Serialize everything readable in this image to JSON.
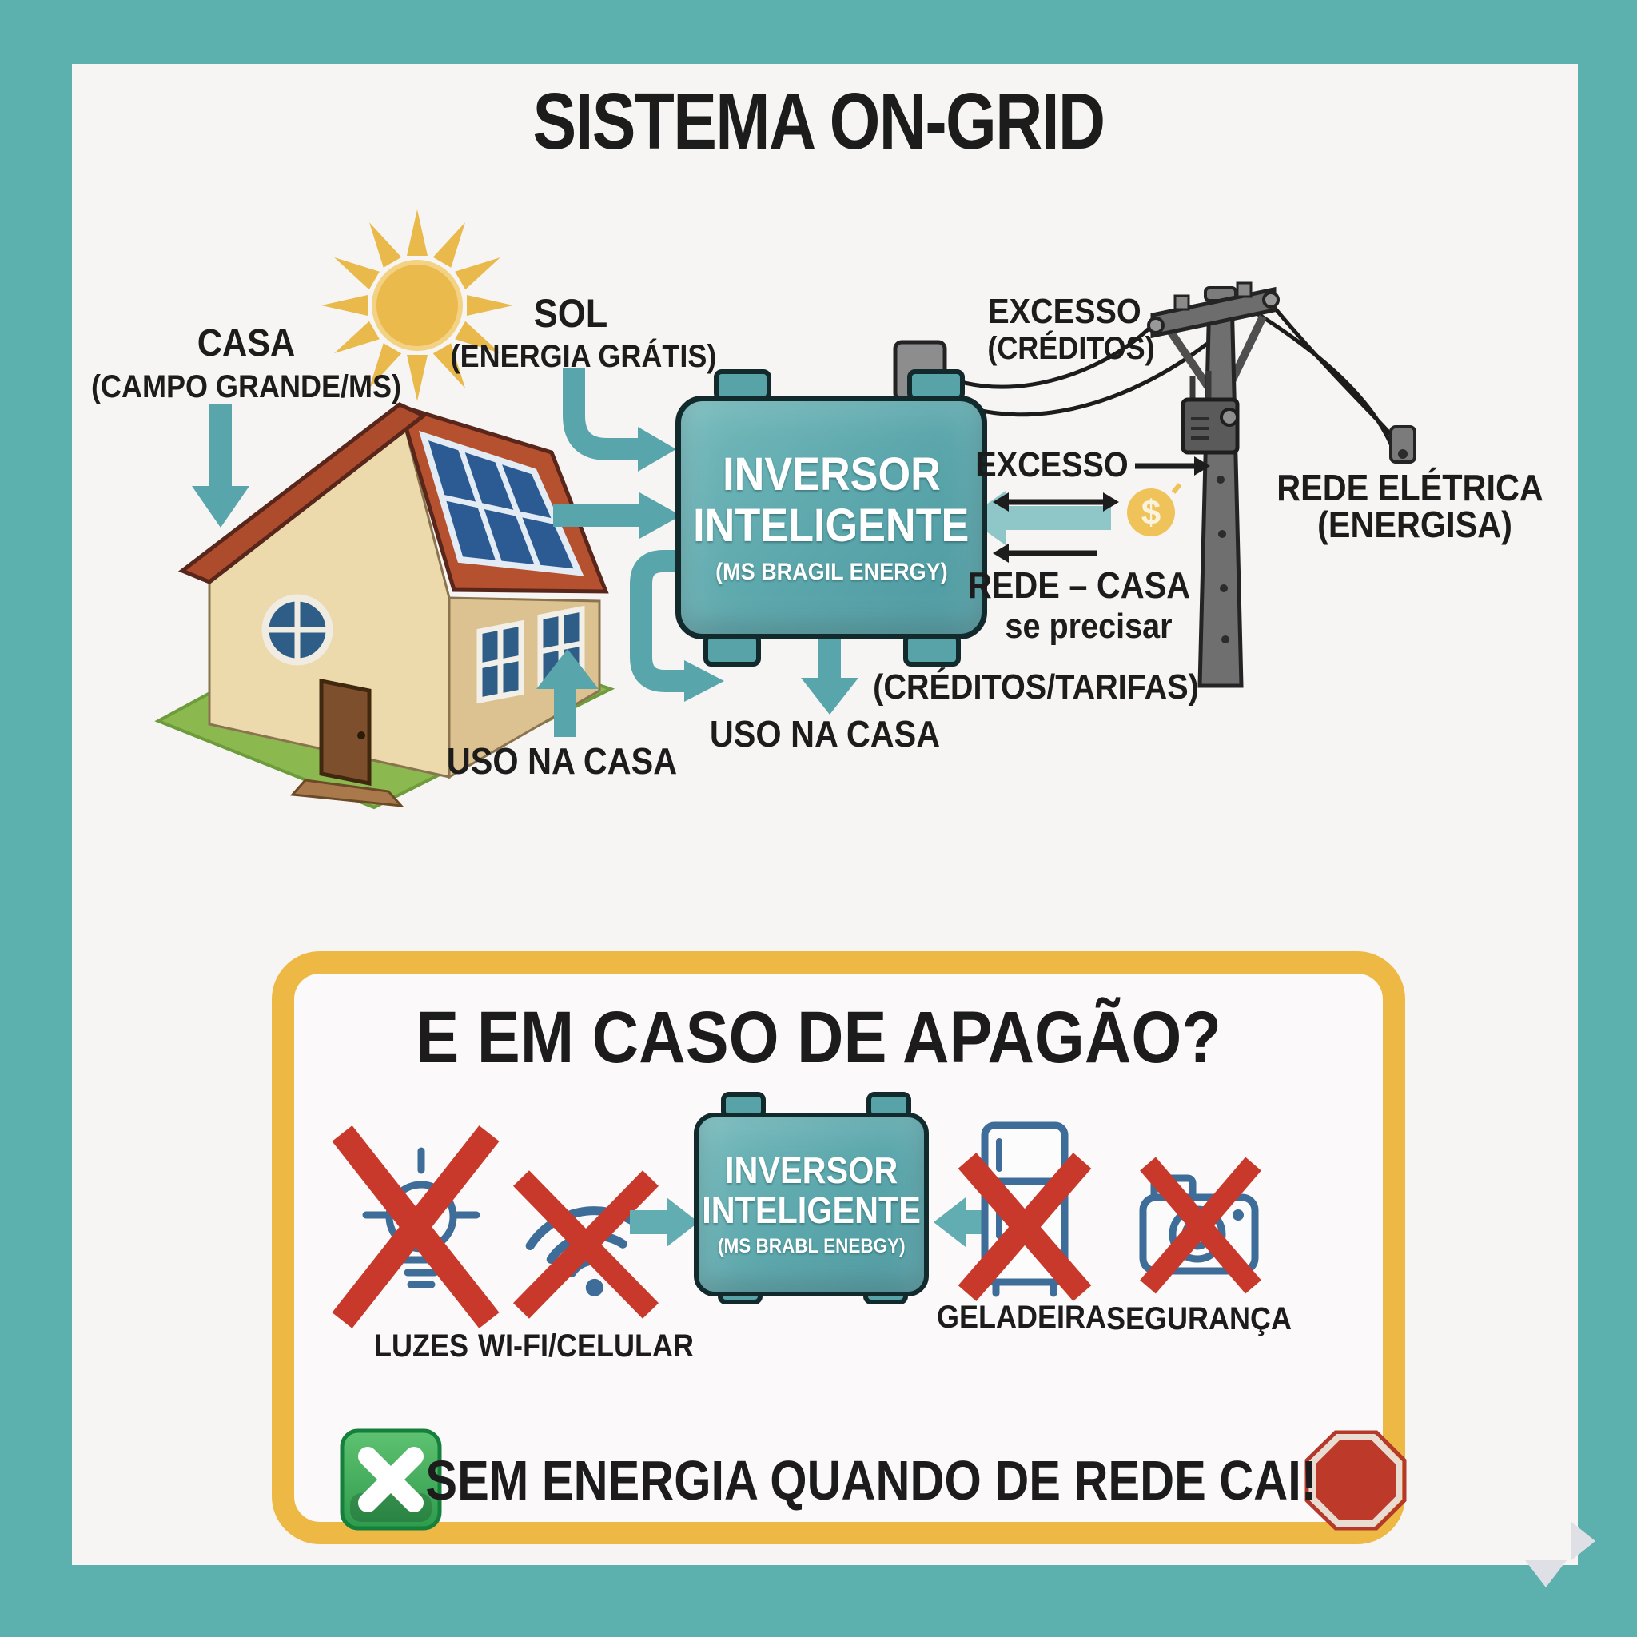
{
  "title": "SISTEMA ON-GRID",
  "colors": {
    "frame_teal": "#5cb0ad",
    "panel_bg": "#f7f5f4",
    "arrow_teal": "#58a6ab",
    "arrow_teal_light": "#8fc6c7",
    "yellow_border": "#edb844",
    "red_x": "#c8392c",
    "icon_blue": "#3d6d98",
    "coin_yellow": "#efc25a",
    "green_check": "#2f9b4d",
    "stop_red": "#bd3929",
    "inverter_teal": "#5aa6ab"
  },
  "top_diagram": {
    "casa_label": "CASA",
    "casa_sub": "(CAMPO GRANDE/MS)",
    "sol_label": "SOL",
    "sol_sub": "(ENERGIA GRÁTIS)",
    "excesso_top_label": "EXCESSO",
    "excesso_top_sub": "(CRÉDITOS)",
    "inversor": {
      "line1": "INVERSOR",
      "line2": "INTELIGENTE",
      "sub": "(MS BRAGIL ENERGY)"
    },
    "excesso_mid_label": "EXCESSO",
    "coin_symbol": "$",
    "rede_casa_label": "REDE – CASA",
    "rede_casa_sub": "se precisar",
    "creditos_tarifas": "(CRÉDITOS/TARIFAS)",
    "rede_eletrica_label": "REDE ELÉTRICA",
    "rede_eletrica_sub": "(ENERGISA)",
    "uso_na_casa_left": "USO NA CASA",
    "uso_na_casa_right": "USO NA CASA"
  },
  "blackout_box": {
    "title": "E EM CASO DE APAGÃO?",
    "inversor": {
      "line1": "INVERSOR",
      "line2": "INTELIGENTE",
      "sub": "(MS BRABL ENEBGY)"
    },
    "labels": {
      "luzes": "LUZES",
      "wifi": "WI-FI/CELULAR",
      "geladeira": "GELADEIRA",
      "seguranca": "SEGURANÇA"
    },
    "banner": "SEM ENERGIA QUANDO DE REDE CAI!"
  }
}
